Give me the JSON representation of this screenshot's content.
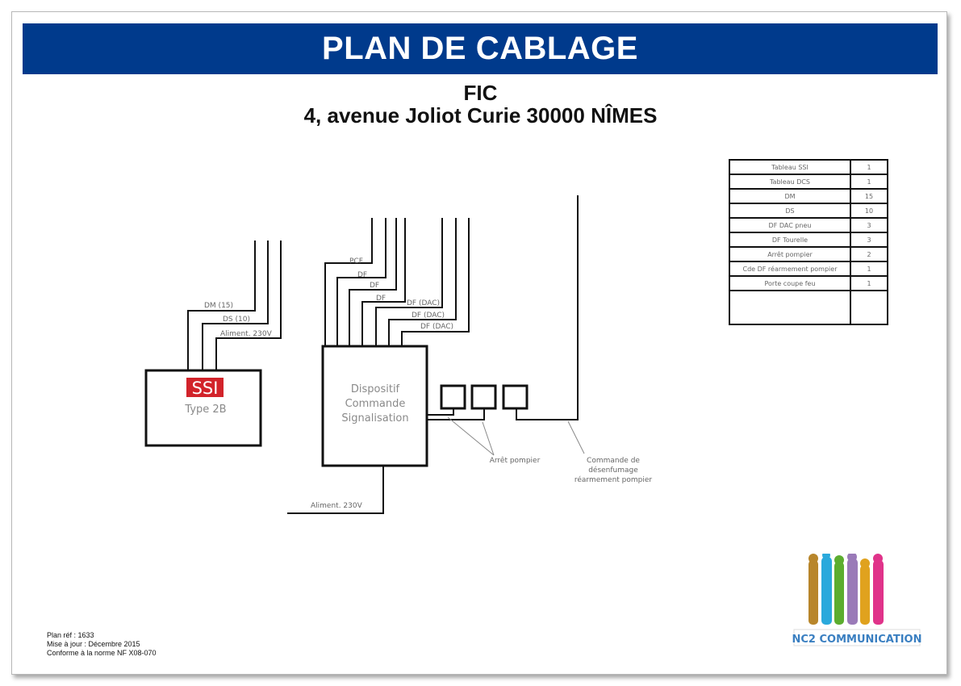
{
  "banner": {
    "title": "PLAN DE CABLAGE"
  },
  "site": {
    "name": "FIC",
    "address": "4, avenue Joliot Curie 30000 NÎMES"
  },
  "ssi_box": {
    "badge": "SSI",
    "type": "Type 2B"
  },
  "ssi_cables": {
    "dm": "DM (15)",
    "ds": "DS (10)",
    "power": "Aliment. 230V"
  },
  "dcs_box": {
    "line1": "Dispositif",
    "line2": "Commande",
    "line3": "Signalisation"
  },
  "dcs_cables": {
    "pcf": "PCF",
    "df1": "DF",
    "df2": "DF",
    "df3": "DF",
    "dac1": "DF (DAC)",
    "dac2": "DF (DAC)",
    "dac3": "DF (DAC)"
  },
  "dcs_power": "Aliment. 230V",
  "callouts": {
    "arret": "Arrêt pompier",
    "cmd1": "Commande de",
    "cmd2": "désenfumage",
    "cmd3": "réarmement pompier"
  },
  "legend": {
    "rows": [
      {
        "label": "Tableau SSI",
        "qty": "1"
      },
      {
        "label": "Tableau DCS",
        "qty": "1"
      },
      {
        "label": "DM",
        "qty": "15"
      },
      {
        "label": "DS",
        "qty": "10"
      },
      {
        "label": "DF DAC pneu",
        "qty": "3"
      },
      {
        "label": "DF Tourelle",
        "qty": "3"
      },
      {
        "label": "Arrêt pompier",
        "qty": "2"
      },
      {
        "label": "Cde DF réarmement pompier",
        "qty": "1"
      },
      {
        "label": "Porte coupe feu",
        "qty": "1"
      }
    ]
  },
  "footer": {
    "ref": "Plan réf : 1633",
    "update": "Mise à jour : Décembre 2015",
    "norm": "Conforme à la norme NF X08-070"
  },
  "logo": {
    "text": "NC2 COMMUNICATION"
  },
  "colors": {
    "banner": "#003a8c",
    "ssi_badge": "#d2232a",
    "line": "#111111",
    "label": "#666666"
  }
}
